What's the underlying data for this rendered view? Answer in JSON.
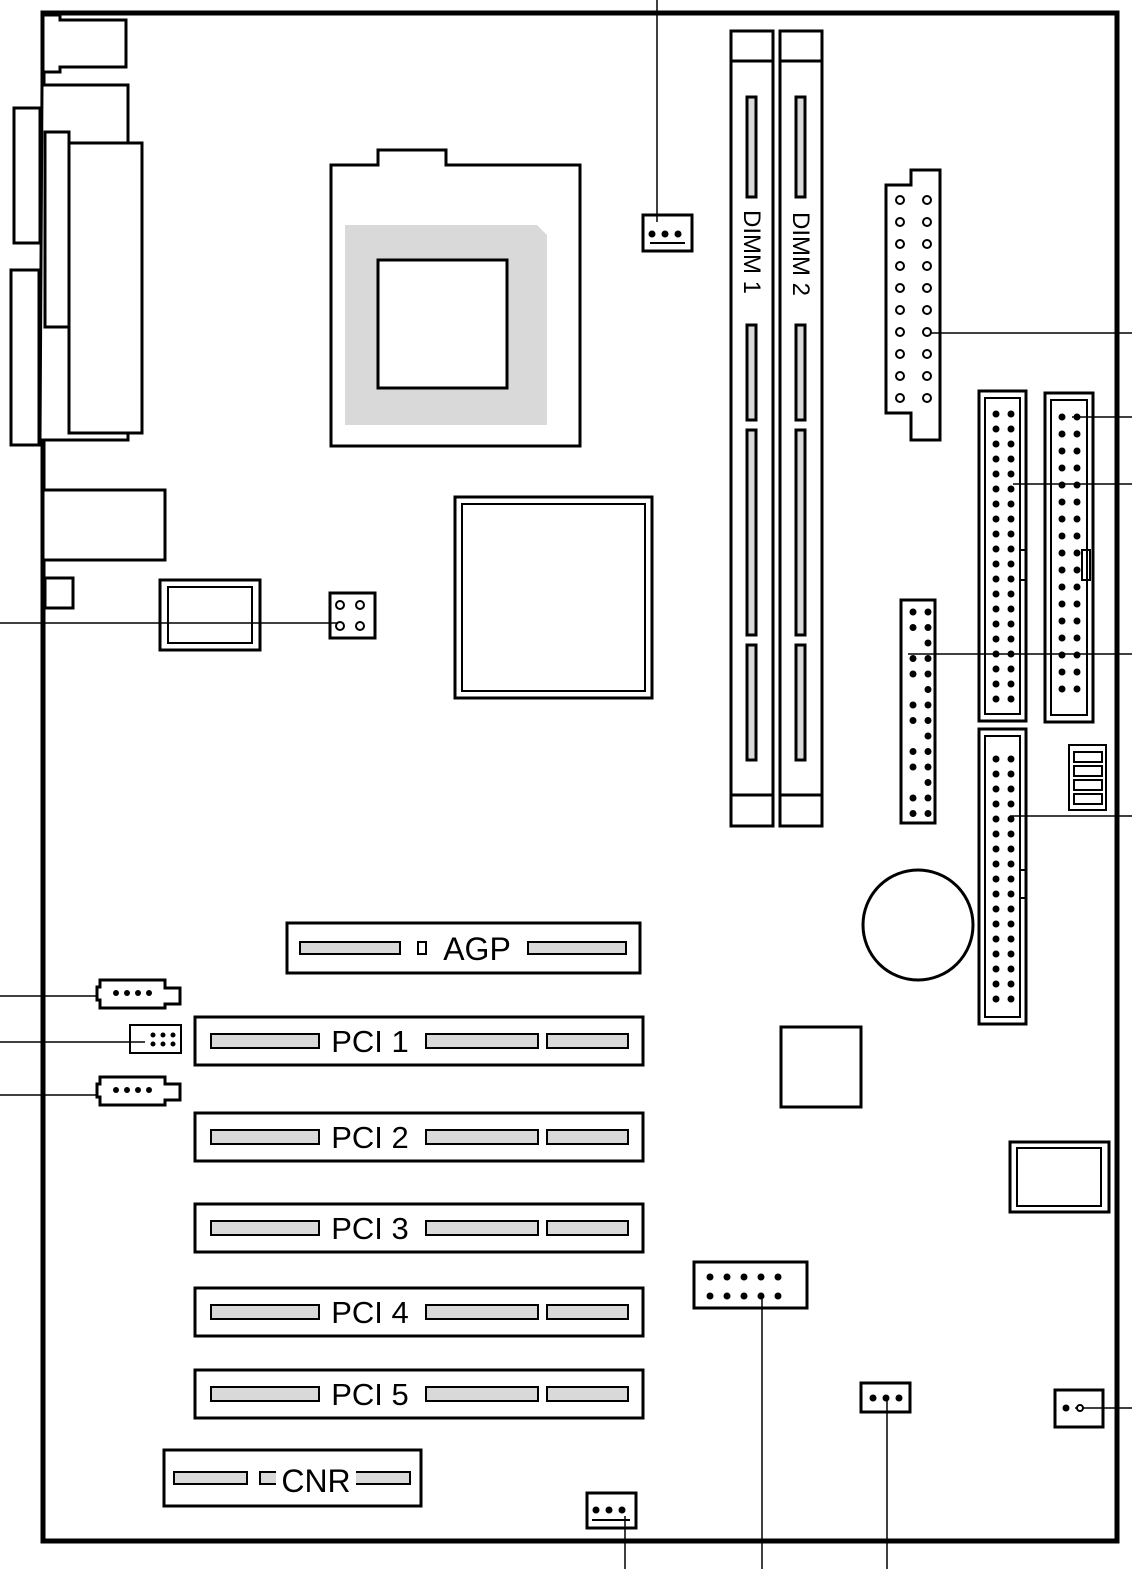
{
  "diagram": {
    "dimm_slots": [
      {
        "label": "DIMM 1"
      },
      {
        "label": "DIMM 2"
      }
    ],
    "agp_slot": {
      "label": "AGP"
    },
    "pci_slots": [
      {
        "label": "PCI 1"
      },
      {
        "label": "PCI 2"
      },
      {
        "label": "PCI 3"
      },
      {
        "label": "PCI 4"
      },
      {
        "label": "PCI 5"
      }
    ],
    "cnr_slot": {
      "label": "CNR"
    },
    "colors": {
      "line": "#000000",
      "socket_fill": "#d9d9d9",
      "slot_fill": "#d9d9d9"
    }
  }
}
